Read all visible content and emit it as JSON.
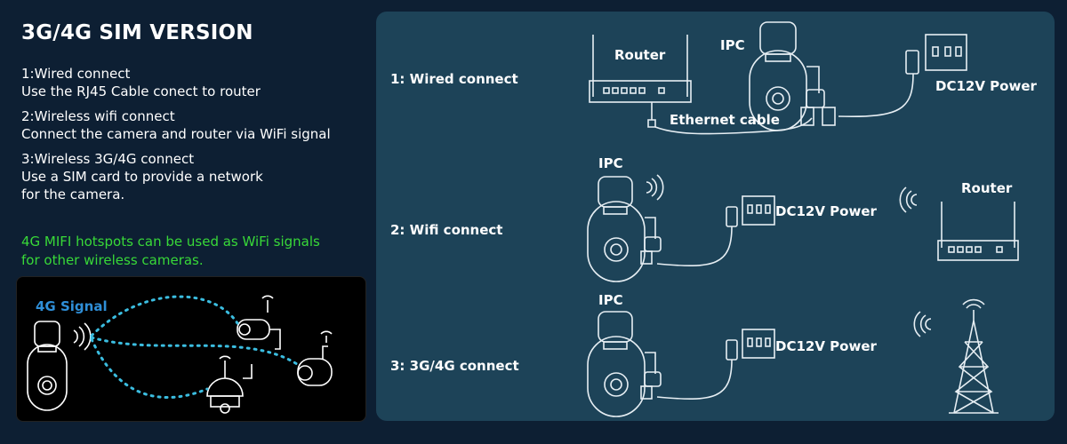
{
  "title": "3G/4G SIM VERSION",
  "methods": [
    {
      "line1": "1:Wired connect",
      "line2": "Use the RJ45 Cable conect to router",
      "line3": ""
    },
    {
      "line1": "2:Wireless wifi connect",
      "line2": "Connect the camera and router via WiFi signal",
      "line3": ""
    },
    {
      "line1": "3:Wireless 3G/4G connect",
      "line2": "Use a SIM card to provide a network",
      "line3": "for the camera."
    }
  ],
  "note": {
    "line1": "4G MIFI hotspots can be used as WiFi signals",
    "line2": "for other wireless cameras."
  },
  "signal_label": "4G  Signal",
  "rows": [
    {
      "label": "1:  Wired connect",
      "router": "Router",
      "ipc": "IPC",
      "power": "DC12V Power",
      "cable": "Ethernet cable"
    },
    {
      "label": "2:  Wifi connect",
      "ipc": "IPC",
      "power": "DC12V Power",
      "router": "Router"
    },
    {
      "label": "3:  3G/4G connect",
      "ipc": "IPC",
      "power": "DC12V Power"
    }
  ],
  "colors": {
    "background": "#0d1f33",
    "panel": "#1d4358",
    "note_green": "#38d838",
    "signal_blue": "#2f8fd8",
    "dotted_link": "#3bbde0"
  }
}
